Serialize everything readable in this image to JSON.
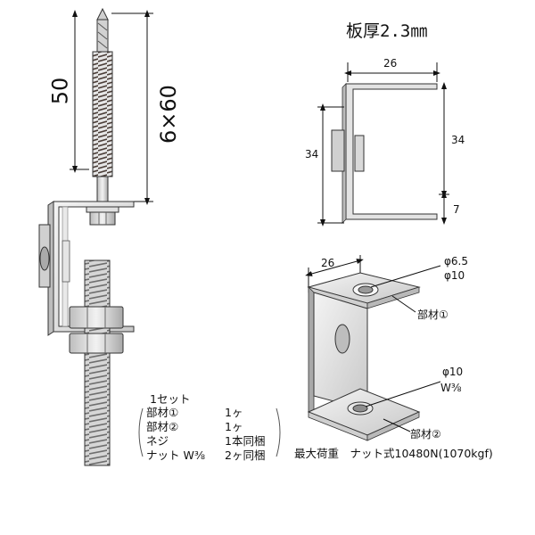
{
  "screw": {
    "length_label": "50",
    "overall_label": "6×60"
  },
  "thickness_label": "板厚2.3㎜",
  "side_view": {
    "width": "26",
    "height_left": "34",
    "height_right": "34",
    "bottom": "7"
  },
  "iso_view": {
    "width": "26",
    "upper_hole": [
      "φ6.5",
      "φ10"
    ],
    "upper_part": "部材①",
    "lower_hole": [
      "φ10",
      "W⅜"
    ],
    "lower_part": "部材②"
  },
  "set_list": {
    "title": "1セット",
    "items": [
      {
        "name": "部材①",
        "qty": "1ヶ"
      },
      {
        "name": "部材②",
        "qty": "1ヶ"
      },
      {
        "name": "ネジ",
        "qty": "1本同梱"
      },
      {
        "name": "ナット W⅜",
        "qty": "2ヶ同梱"
      }
    ]
  },
  "max_load": "最大荷重　ナット式10480N(1070kgf)",
  "colors": {
    "metal": "#d9d9d9",
    "thread": "#6b5a52",
    "line": "#111111"
  }
}
